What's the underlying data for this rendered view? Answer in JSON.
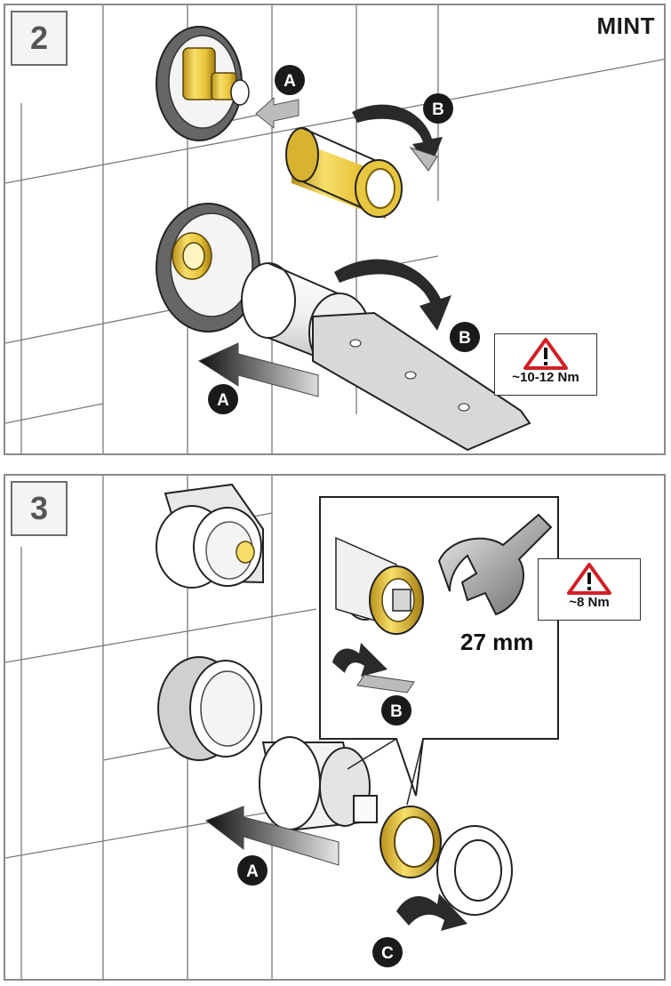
{
  "step2": {
    "number": "2",
    "brand": "MINT",
    "labels": {
      "a1": "A",
      "b1": "B",
      "b2": "B",
      "a2": "A"
    },
    "warning": {
      "torque": "~10-12 Nm"
    }
  },
  "step3": {
    "number": "3",
    "labels": {
      "b": "B",
      "a": "A",
      "c": "C"
    },
    "warning": {
      "torque": "~8 Nm"
    },
    "wrench_size": "27 mm"
  },
  "colors": {
    "brass": "#e6c33a",
    "badge": "#1a1a1a",
    "warning_red": "#d21f26",
    "frame": "#8a8a8a"
  }
}
